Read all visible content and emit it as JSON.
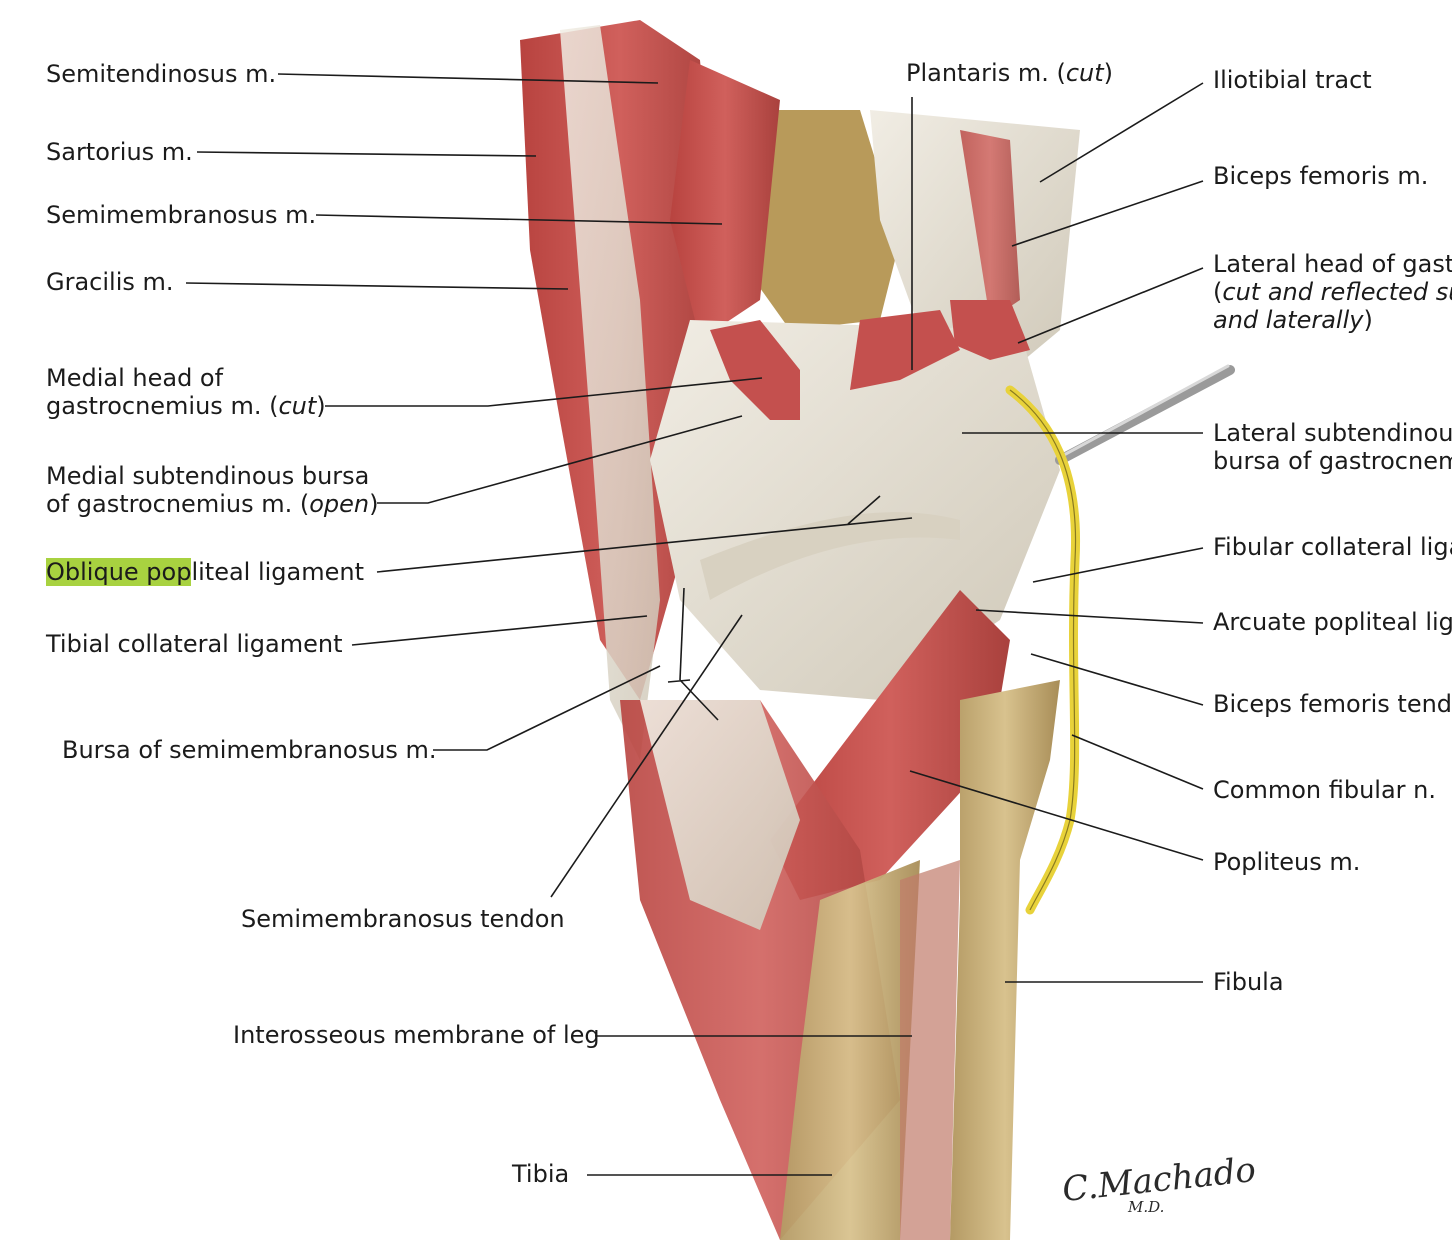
{
  "colors": {
    "muscle": "#c4504e",
    "muscle_dark": "#9e3532",
    "tendon": "#e7e2d6",
    "bone": "#c9b07a",
    "nerve": "#e8d23a",
    "highlight": "#a8d240",
    "leader": "#1b1b1b"
  },
  "labels": {
    "semitendinosus": "Semitendinosus m.",
    "sartorius": "Sartorius m.",
    "semimembranosus": "Semimembranosus m.",
    "gracilis": "Gracilis m.",
    "medial_head_1": "Medial head of",
    "medial_head_2": "gastrocnemius m. (",
    "medial_head_cut": "cut",
    "medial_sub_1": "Medial subtendinous bursa",
    "medial_sub_2": "of gastrocnemius m. (",
    "medial_sub_open": "open",
    "oblique_hl": "Oblique pop",
    "oblique_rest": "liteal ligament",
    "tibial_collateral": "Tibial collateral ligament",
    "bursa_semimem": "Bursa of semimembranosus m.",
    "semimem_tendon": "Semimembranosus tendon",
    "interosseous": "Interosseous membrane of leg",
    "tibia": "Tibia",
    "plantaris_1": "Plantaris m. (",
    "plantaris_cut": "cut",
    "iliotibial": "Iliotibial tract",
    "biceps_femoris": "Biceps femoris m.",
    "lateral_head_1": "Lateral head of gastro",
    "lateral_head_2": "cut and reflected su",
    "lateral_head_3": "and laterally",
    "lateral_sub_1": "Lateral subtendinous",
    "lateral_sub_2": "bursa of gastrocnem",
    "fibular_collateral": "Fibular collateral liga",
    "arcuate": "Arcuate popliteal lig",
    "biceps_tendon": "Biceps femoris tendo",
    "common_fibular": "Common fibular n.",
    "popliteus": "Popliteus m.",
    "fibula": "Fibula"
  },
  "signature": {
    "name": "C.Machado",
    "suffix": "M.D."
  }
}
